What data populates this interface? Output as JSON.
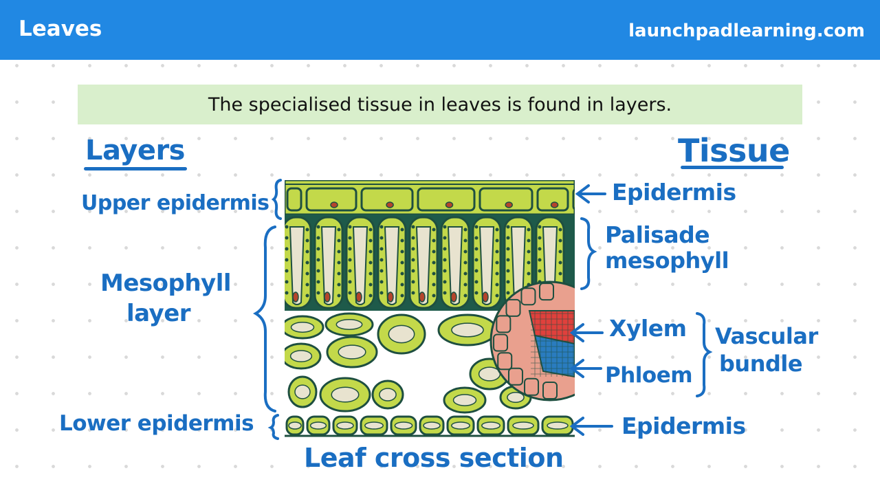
{
  "header": {
    "title": "Leaves",
    "site": "launchpadlearning.com",
    "background_color": "#2188e3"
  },
  "banner": {
    "text": "The specialised tissue in leaves is found in layers.",
    "background_color": "#d9efcc"
  },
  "diagram": {
    "heading_left": "Layers",
    "heading_right": "Tissue",
    "caption": "Leaf cross section",
    "left_labels": {
      "upper_epidermis": "Upper epidermis",
      "mesophyll_line1": "Mesophyll",
      "mesophyll_line2": "layer",
      "lower_epidermis": "Lower epidermis"
    },
    "right_labels": {
      "epidermis_top": "Epidermis",
      "palisade_line1": "Palisade",
      "palisade_line2": "mesophyll",
      "xylem": "Xylem",
      "phloem": "Phloem",
      "vascular_line1": "Vascular",
      "vascular_line2": "bundle",
      "epidermis_bottom": "Epidermis"
    },
    "colors": {
      "label_blue": "#1a6ec2",
      "cell_green": "#c3d94a",
      "cell_outline": "#1e4f40",
      "vacuole": "#e8e3cf",
      "xylem_red": "#e0403c",
      "phloem_blue": "#2a7cbf",
      "bundle_sheath": "#e9a08e"
    }
  }
}
